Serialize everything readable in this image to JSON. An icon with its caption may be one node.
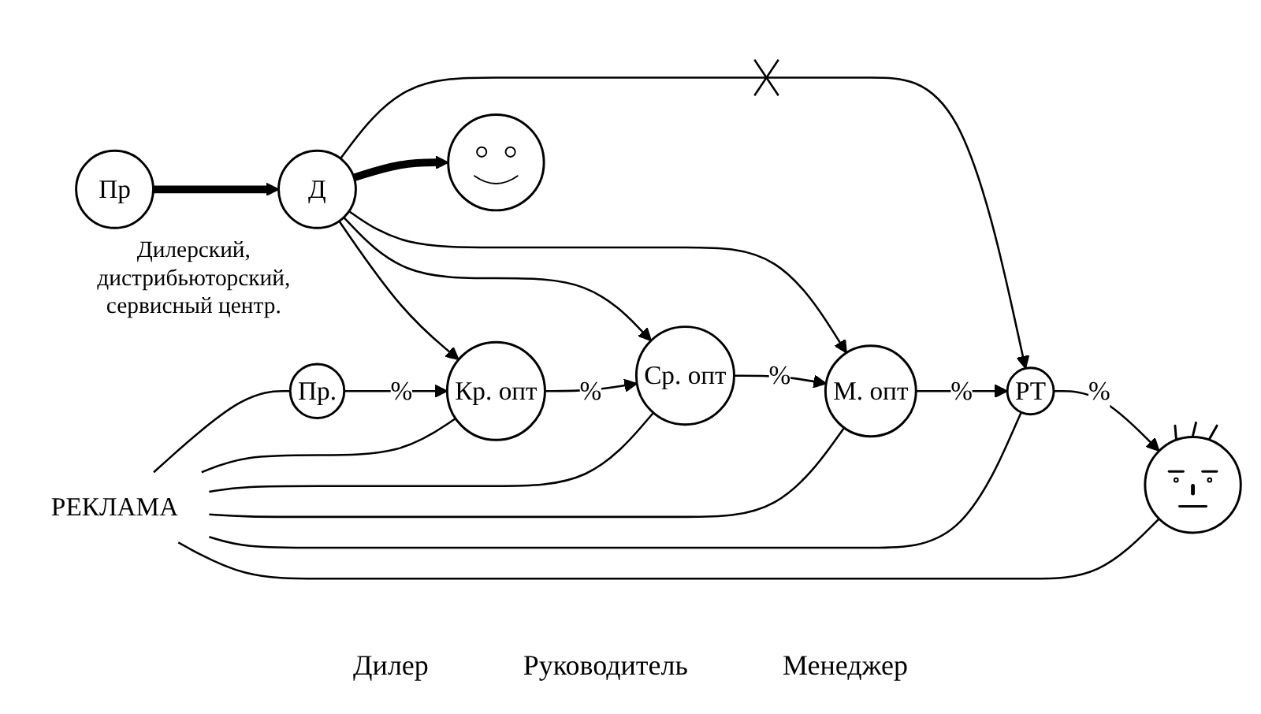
{
  "diagram": {
    "nodes": [
      {
        "text": [
          "РЕКЛАМА"
        ]
      },
      {
        "text": [
          "Пр."
        ]
      },
      {
        "text": [
          "Кр. опт"
        ]
      },
      {
        "text": [
          "Ср. опт"
        ]
      },
      {
        "text": [
          "М. опт"
        ]
      },
      {
        "text": [
          "РТ"
        ]
      },
      {
        "text": [],
        "shape": "picture"
      },
      {
        "text": [
          "Пр"
        ]
      },
      {
        "text": [
          "Д"
        ],
        "beside": [
          "Дилерский, дистрибьюторский, сервисный центр."
        ]
      },
      {
        "text": [],
        "shape": "picture"
      }
    ],
    "edges": [
      {
        "from": 0,
        "to": 1,
        "arrow": "none"
      },
      {
        "from": 0,
        "to": 2,
        "arrow": "none"
      },
      {
        "from": 0,
        "to": 3,
        "arrow": "none"
      },
      {
        "from": 0,
        "to": 4,
        "arrow": "none"
      },
      {
        "from": 0,
        "to": 5,
        "arrow": "none"
      },
      {
        "from": 0,
        "to": 6,
        "arrow": "none"
      },
      {
        "from": 1,
        "to": 2,
        "arrow": "to",
        "label": "%"
      },
      {
        "from": 2,
        "to": 3,
        "arrow": "to",
        "label": "%"
      },
      {
        "from": 3,
        "to": 4,
        "arrow": "to",
        "label": "%"
      },
      {
        "from": 4,
        "to": 5,
        "arrow": "to",
        "label": "%"
      },
      {
        "from": 5,
        "to": 6,
        "arrow": "to",
        "label": "%"
      },
      {
        "from": 8,
        "to": 2,
        "arrow": "to"
      },
      {
        "from": 8,
        "to": 3,
        "arrow": "to"
      },
      {
        "from": 8,
        "to": 4,
        "arrow": "to"
      },
      {
        "from": 8,
        "to": 5,
        "arrow": "to"
      },
      {
        "from": 7,
        "to": 8,
        "arrow": "to",
        "style": "thick"
      },
      {
        "from": 8,
        "to": 9,
        "arrow": "to",
        "style": "thick"
      }
    ],
    "labels": [
      "Дилер",
      "Руководитель",
      "Менеджер"
    ]
  }
}
